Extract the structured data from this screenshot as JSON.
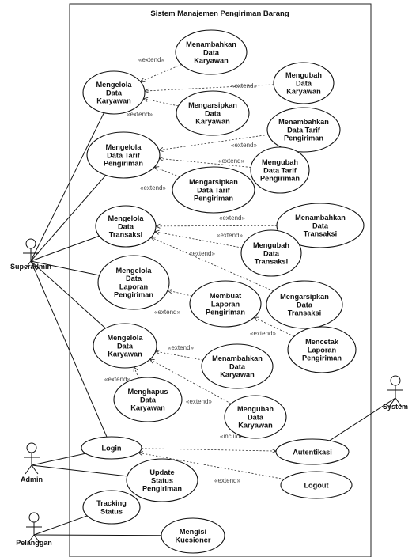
{
  "system": {
    "title": "Sistem Manajemen Pengiriman Barang"
  },
  "actors": [
    {
      "id": "superadmin",
      "label": "Superadmin"
    },
    {
      "id": "admin",
      "label": "Admin"
    },
    {
      "id": "pelanggan",
      "label": "Pelanggan"
    },
    {
      "id": "system",
      "label": "System"
    }
  ],
  "use_cases": [
    {
      "id": "uc_kelola_karyawan_1",
      "lines": [
        "Mengelola",
        "Data",
        "Karyawan"
      ]
    },
    {
      "id": "uc_tambah_karyawan_1",
      "lines": [
        "Menambahkan",
        "Data",
        "Karyawan"
      ]
    },
    {
      "id": "uc_ubah_karyawan_1",
      "lines": [
        "Mengubah",
        "Data",
        "Karyawan"
      ]
    },
    {
      "id": "uc_arsip_karyawan",
      "lines": [
        "Mengarsipkan",
        "Data",
        "Karyawan"
      ]
    },
    {
      "id": "uc_kelola_tarif",
      "lines": [
        "Mengelola",
        "Data Tarif",
        "Pengiriman"
      ]
    },
    {
      "id": "uc_tambah_tarif",
      "lines": [
        "Menambahkan",
        "Data Tarif",
        "Pengiriman"
      ]
    },
    {
      "id": "uc_ubah_tarif",
      "lines": [
        "Mengubah",
        "Data Tarif",
        "Pengiriman"
      ]
    },
    {
      "id": "uc_arsip_tarif",
      "lines": [
        "Mengarsipkan",
        "Data Tarif",
        "Pengiriman"
      ]
    },
    {
      "id": "uc_kelola_transaksi",
      "lines": [
        "Mengelola",
        "Data",
        "Transaksi"
      ]
    },
    {
      "id": "uc_tambah_transaksi",
      "lines": [
        "Menambahkan",
        "Data",
        "Transaksi"
      ]
    },
    {
      "id": "uc_ubah_transaksi",
      "lines": [
        "Mengubah",
        "Data",
        "Transaksi"
      ]
    },
    {
      "id": "uc_arsip_transaksi",
      "lines": [
        "Mengarsipkan",
        "Data",
        "Transaksi"
      ]
    },
    {
      "id": "uc_kelola_laporan",
      "lines": [
        "Mengelola",
        "Data",
        "Laporan",
        "Pengiriman"
      ]
    },
    {
      "id": "uc_buat_laporan",
      "lines": [
        "Membuat",
        "Laporan",
        "Pengiriman"
      ]
    },
    {
      "id": "uc_cetak_laporan",
      "lines": [
        "Mencetak",
        "Laporan",
        "Pengiriman"
      ]
    },
    {
      "id": "uc_kelola_karyawan_2",
      "lines": [
        "Mengelola",
        "Data",
        "Karyawan"
      ]
    },
    {
      "id": "uc_tambah_karyawan_2",
      "lines": [
        "Menambahkan",
        "Data",
        "Karyawan"
      ]
    },
    {
      "id": "uc_hapus_karyawan",
      "lines": [
        "Menghapus",
        "Data",
        "Karyawan"
      ]
    },
    {
      "id": "uc_ubah_karyawan_2",
      "lines": [
        "Mengubah",
        "Data",
        "Karyawan"
      ]
    },
    {
      "id": "uc_login",
      "lines": [
        "Login"
      ]
    },
    {
      "id": "uc_autentikasi",
      "lines": [
        "Autentikasi"
      ]
    },
    {
      "id": "uc_logout",
      "lines": [
        "Logout"
      ]
    },
    {
      "id": "uc_update_status",
      "lines": [
        "Update",
        "Status",
        "Pengiriman"
      ]
    },
    {
      "id": "uc_tracking",
      "lines": [
        "Tracking",
        "Status"
      ]
    },
    {
      "id": "uc_kuesioner",
      "lines": [
        "Mengisi",
        "Kuesioner"
      ]
    }
  ],
  "relation_labels": {
    "extend": "«extend»",
    "include": "«include»"
  }
}
